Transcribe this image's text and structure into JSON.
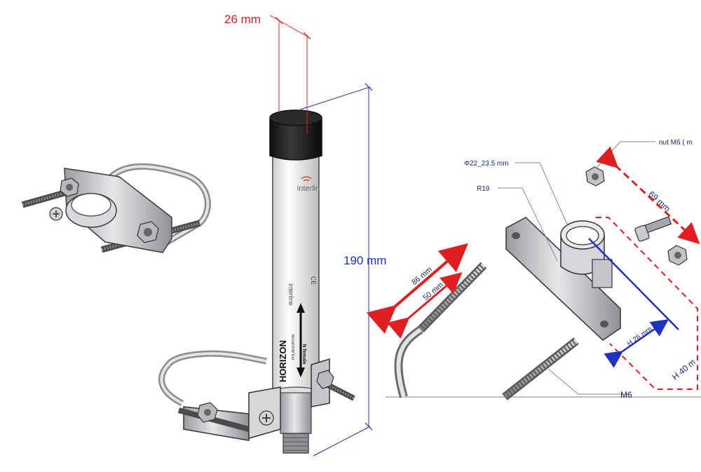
{
  "main_view": {
    "diameter_label": "26 mm",
    "height_label": "190 mm",
    "brand_cap": "interlin",
    "brand_body": "interline",
    "model": "HORIZON",
    "polarization": "POLARIZATION",
    "connector": "N female",
    "ce_mark": "CE"
  },
  "detail_view": {
    "nut_label": "nut M6 ( m",
    "pipe_label": "Φ22_23.5 mm",
    "radius_label": "R19",
    "rod_86_label": "86 mm",
    "rod_50_label": "50 mm",
    "width_label": "69 mm",
    "h26_label": "H 26 mm",
    "h40_label": "H 40 m",
    "thread_label": "M6"
  },
  "colors": {
    "dimension_red": "#e02020",
    "dimension_blue": "#2030c0",
    "metal": "#c8c9cc",
    "antenna_white": "#f2f2f2",
    "cap_black": "#1c1c1c"
  }
}
